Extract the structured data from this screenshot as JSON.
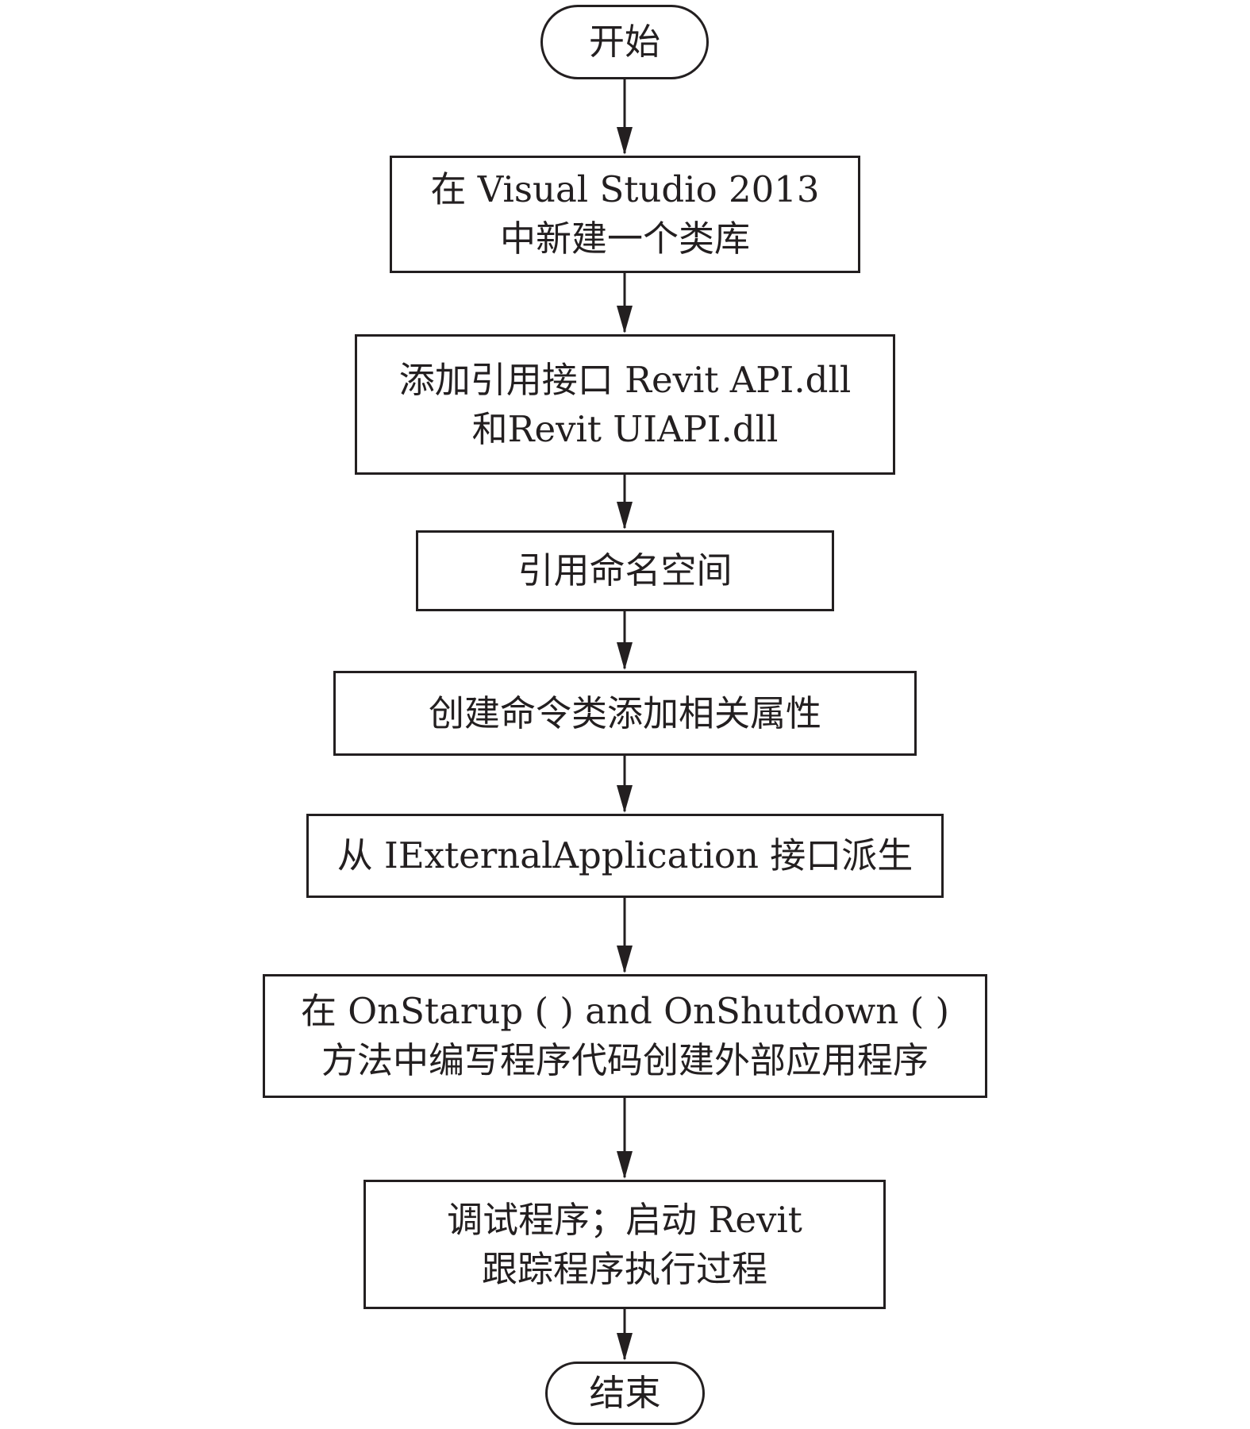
{
  "flowchart": {
    "start": "开始",
    "steps": [
      {
        "lines": [
          "在 Visual Studio 2013",
          "中新建一个类库"
        ]
      },
      {
        "lines": [
          "添加引用接口 Revit API.dll",
          "和Revit UIAPI.dll"
        ]
      },
      {
        "lines": [
          "引用命名空间"
        ]
      },
      {
        "lines": [
          "创建命令类添加相关属性"
        ]
      },
      {
        "lines": [
          "从 IExternalApplication 接口派生"
        ]
      },
      {
        "lines": [
          "在 OnStarup ( ) and OnShutdown ( )",
          "方法中编写程序代码创建外部应用程序"
        ]
      },
      {
        "lines": [
          "调试程序；启动 Revit",
          "跟踪程序执行过程"
        ]
      }
    ],
    "end": "结束"
  }
}
